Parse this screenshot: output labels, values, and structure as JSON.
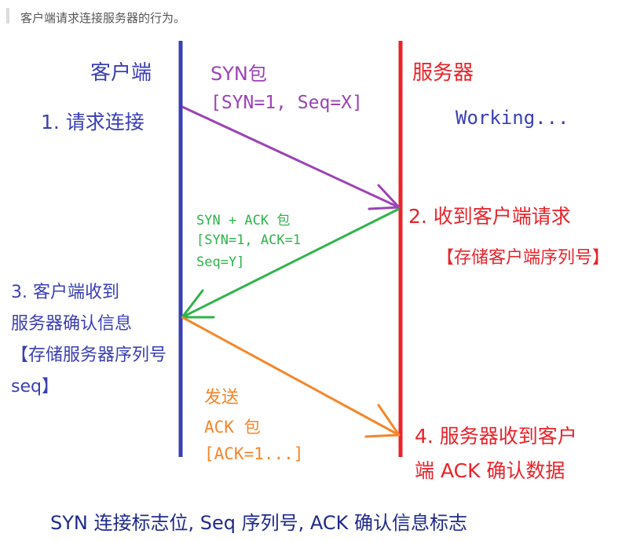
{
  "caption": "客户端请求连接服务器的行为。",
  "lanes": {
    "client": "客户端",
    "server": "服务器"
  },
  "steps": {
    "step1": "1. 请求连接",
    "server_state": "Working...",
    "step2": "2. 收到客户端请求",
    "step2_note": "【存储客户端序列号】",
    "step3_line1": "3. 客户端收到",
    "step3_line2": "服务器确认信息",
    "step3_line3": "【存储服务器序列号",
    "step3_line4": "seq】",
    "step4_line1": "4. 服务器收到客户",
    "step4_line2": "端 ACK 确认数据"
  },
  "messages": {
    "syn_title": "SYN包",
    "syn_detail": "[SYN=1, Seq=X]",
    "synack_title": "SYN + ACK 包",
    "synack_line1": "[SYN=1, ACK=1",
    "synack_line2": "Seq=Y]",
    "ack_title": "发送",
    "ack_line1": "ACK 包",
    "ack_line2": "[ACK=1...]"
  },
  "legend": "SYN 连接标志位, Seq 序列号, ACK 确认信息标志",
  "colors": {
    "client_line": "#3a3fb4",
    "server_line": "#e8232a",
    "syn_arrow": "#9b44b5",
    "synack_arrow": "#2fb34a",
    "ack_arrow": "#f5862a",
    "legend_text": "#1f2a8a"
  }
}
